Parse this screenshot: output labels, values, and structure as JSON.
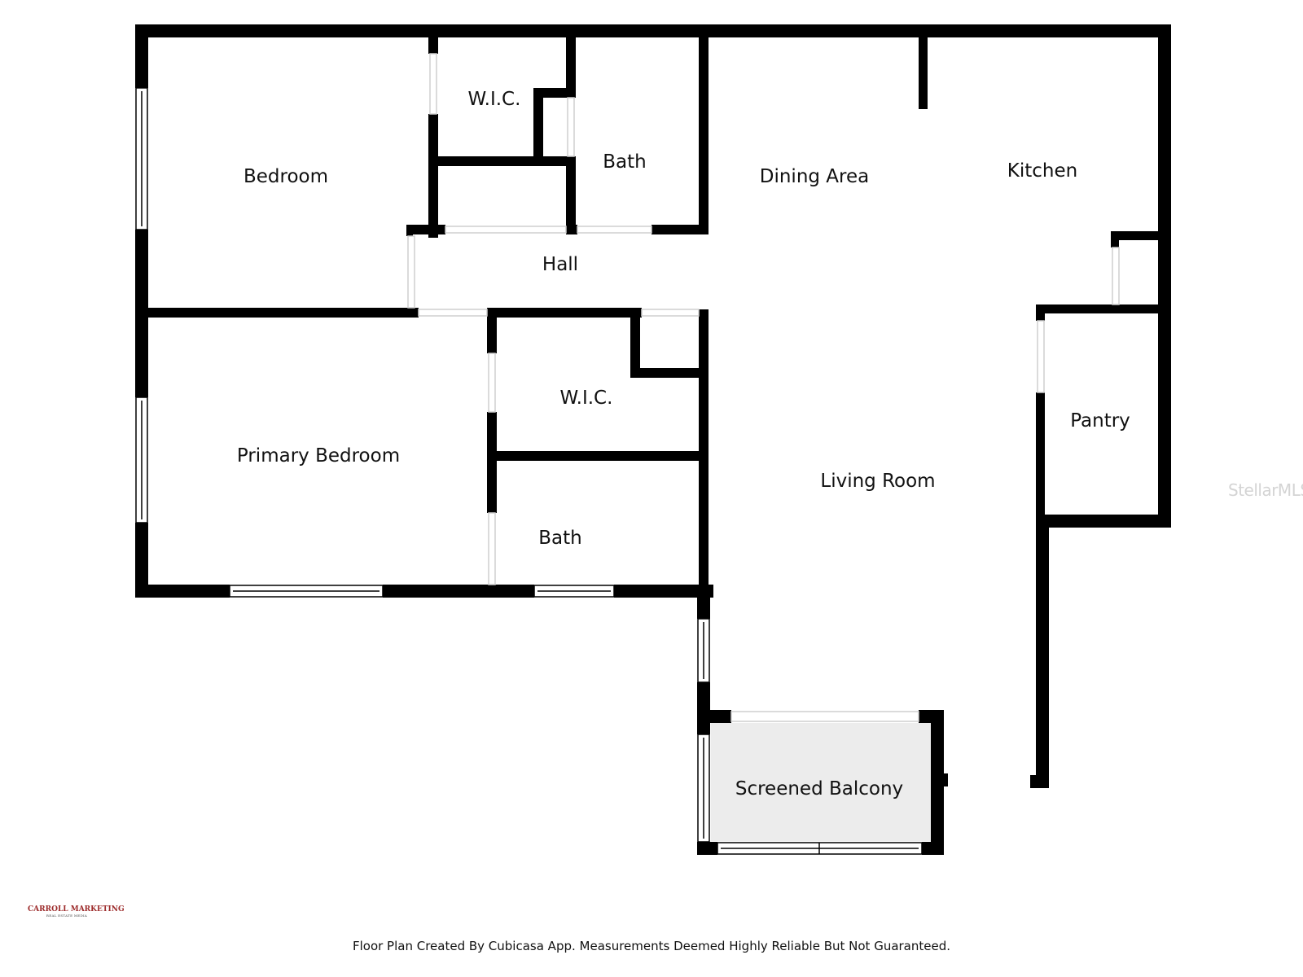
{
  "rooms": {
    "bedroom": "Bedroom",
    "wic_upper": "W.I.C.",
    "bath_upper": "Bath",
    "dining_area": "Dining Area",
    "kitchen": "Kitchen",
    "hall": "Hall",
    "primary_bedroom": "Primary Bedroom",
    "wic_lower": "W.I.C.",
    "bath_lower": "Bath",
    "living_room": "Living Room",
    "pantry": "Pantry",
    "screened_balcony": "Screened Balcony"
  },
  "footer": "Floor Plan Created By Cubicasa App. Measurements Deemed Highly Reliable But Not Guaranteed.",
  "watermark": "StellarMLS",
  "logo": {
    "main": "CARROLL MARKETING",
    "sub": "REAL ESTATE MEDIA"
  },
  "colors": {
    "wall": "#000000",
    "balcony_fill": "#ececec",
    "background": "#ffffff",
    "logo": "#9c2a2a"
  }
}
